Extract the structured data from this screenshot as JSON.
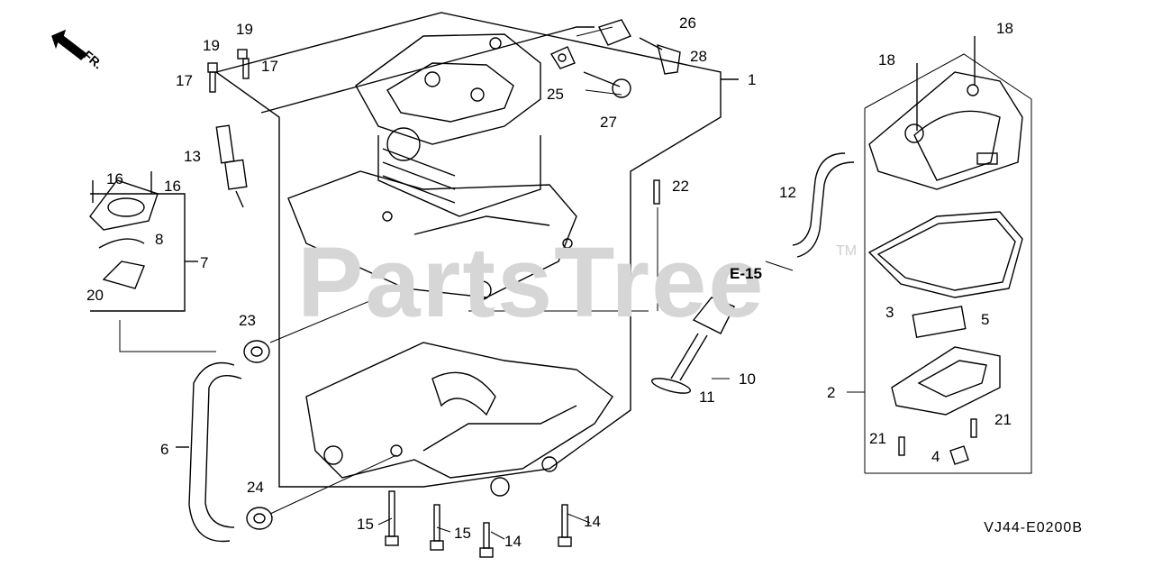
{
  "diagram": {
    "watermark": "PartsTree",
    "trademark": "TM",
    "direction_label": "FR.",
    "reference_label": "E-15",
    "diagram_code": "VJ44-E0200B",
    "callouts": [
      {
        "id": "c1",
        "text": "1"
      },
      {
        "id": "c2",
        "text": "2"
      },
      {
        "id": "c3",
        "text": "3"
      },
      {
        "id": "c4",
        "text": "4"
      },
      {
        "id": "c5",
        "text": "5"
      },
      {
        "id": "c6",
        "text": "6"
      },
      {
        "id": "c7",
        "text": "7"
      },
      {
        "id": "c8",
        "text": "8"
      },
      {
        "id": "c10",
        "text": "10"
      },
      {
        "id": "c11",
        "text": "11"
      },
      {
        "id": "c12",
        "text": "12"
      },
      {
        "id": "c13",
        "text": "13"
      },
      {
        "id": "c14a",
        "text": "14"
      },
      {
        "id": "c14b",
        "text": "14"
      },
      {
        "id": "c15a",
        "text": "15"
      },
      {
        "id": "c15b",
        "text": "15"
      },
      {
        "id": "c16a",
        "text": "16"
      },
      {
        "id": "c16b",
        "text": "16"
      },
      {
        "id": "c17a",
        "text": "17"
      },
      {
        "id": "c17b",
        "text": "17"
      },
      {
        "id": "c18a",
        "text": "18"
      },
      {
        "id": "c18b",
        "text": "18"
      },
      {
        "id": "c19a",
        "text": "19"
      },
      {
        "id": "c19b",
        "text": "19"
      },
      {
        "id": "c20",
        "text": "20"
      },
      {
        "id": "c21a",
        "text": "21"
      },
      {
        "id": "c21b",
        "text": "21"
      },
      {
        "id": "c22",
        "text": "22"
      },
      {
        "id": "c23",
        "text": "23"
      },
      {
        "id": "c24",
        "text": "24"
      },
      {
        "id": "c25",
        "text": "25"
      },
      {
        "id": "c26",
        "text": "26"
      },
      {
        "id": "c27",
        "text": "27"
      },
      {
        "id": "c28",
        "text": "28"
      }
    ]
  }
}
